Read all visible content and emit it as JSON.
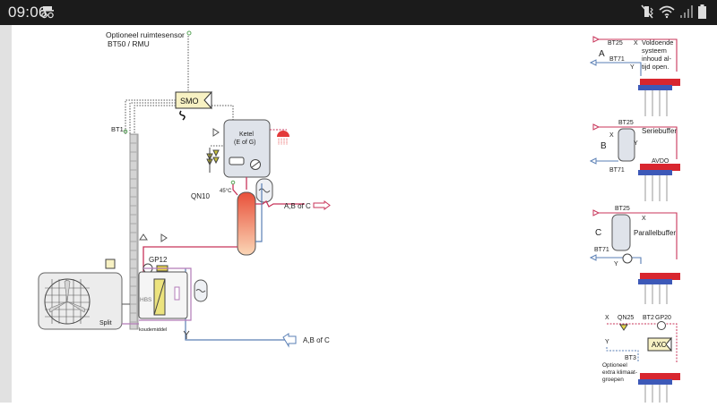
{
  "status_bar": {
    "time": "09:06",
    "left_icons": [
      "incognito-icon"
    ],
    "right_icons": [
      "vibrate-mute-icon",
      "wifi-icon",
      "signal-icon",
      "battery-icon"
    ]
  },
  "diagram": {
    "main": {
      "room_sensor_label_1": "Optioneel ruimtesensor",
      "room_sensor_label_2": "BT50 / RMU",
      "smo_label": "SMO",
      "bt1_label": "BT1",
      "boiler_label_1": "Ketel",
      "boiler_label_2": "(E of G)",
      "temp_label": "45°C",
      "qn10_label": "QN10",
      "supply_out_label": "A,B of C",
      "gp12_label": "GP12",
      "hbs_label": "HBS",
      "split_label": "Split",
      "refrigerant_label": "koudemiddel",
      "return_in_label": "A,B of C"
    },
    "variant_a": {
      "letter": "A",
      "bt25": "BT25",
      "bt71": "BT71",
      "x": "X",
      "y": "Y",
      "note_lines": [
        "Voldoende",
        "systeem",
        "inhoud al-",
        "tijd open."
      ]
    },
    "variant_b": {
      "letter": "B",
      "bt25": "BT25",
      "bt71": "BT71",
      "x": "X",
      "y": "Y",
      "buffer_label": "Seriebuffer",
      "valve_label": "AVDO"
    },
    "variant_c": {
      "letter": "C",
      "bt25": "BT25",
      "bt71": "BT71",
      "x": "X",
      "y": "Y",
      "buffer_label": "Parallelbuffer"
    },
    "variant_extra": {
      "x": "X",
      "y": "Y",
      "qn25": "QN25",
      "bt2": "BT2",
      "gp20": "GP20",
      "axc": "AXC",
      "bt3": "BT3",
      "note_lines": [
        "Optioneel",
        "extra klimaat-",
        "groepen"
      ]
    }
  },
  "colors": {
    "supply_red": "#c8345a",
    "return_blue": "#5a7fb5",
    "refrigerant_purple": "#b27bb8",
    "sensor_green": "#5aa55a",
    "control_box_fill": "#f7f1c3",
    "manifold_red": "#d8262f",
    "manifold_blue": "#3d59b8"
  }
}
